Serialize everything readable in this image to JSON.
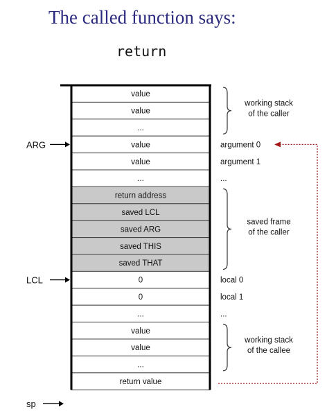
{
  "title": "The called function says:",
  "command": "return",
  "cells": [
    {
      "label": "value",
      "shaded": false
    },
    {
      "label": "value",
      "shaded": false
    },
    {
      "label": "...",
      "shaded": false
    },
    {
      "label": "value",
      "shaded": false
    },
    {
      "label": "value",
      "shaded": false
    },
    {
      "label": "...",
      "shaded": false
    },
    {
      "label": "return address",
      "shaded": true
    },
    {
      "label": "saved LCL",
      "shaded": true
    },
    {
      "label": "saved ARG",
      "shaded": true
    },
    {
      "label": "saved THIS",
      "shaded": true
    },
    {
      "label": "saved THAT",
      "shaded": true
    },
    {
      "label": "0",
      "shaded": false
    },
    {
      "label": "0",
      "shaded": false
    },
    {
      "label": "...",
      "shaded": false
    },
    {
      "label": "value",
      "shaded": false
    },
    {
      "label": "value",
      "shaded": false
    },
    {
      "label": "...",
      "shaded": false
    },
    {
      "label": "return value",
      "shaded": false
    }
  ],
  "right_labels": [
    {
      "row": 3,
      "text": "argument 0"
    },
    {
      "row": 4,
      "text": "argument 1"
    },
    {
      "row": 5,
      "text": "..."
    },
    {
      "row": 11,
      "text": "local 0"
    },
    {
      "row": 12,
      "text": "local 1"
    },
    {
      "row": 13,
      "text": "..."
    }
  ],
  "groups": [
    {
      "from": 0,
      "to": 2,
      "lines": [
        "working stack",
        "of the caller"
      ]
    },
    {
      "from": 6,
      "to": 10,
      "lines": [
        "saved frame",
        "of the caller"
      ]
    },
    {
      "from": 14,
      "to": 16,
      "lines": [
        "working stack",
        "of the callee"
      ]
    }
  ],
  "pointers": [
    {
      "name": "ARG",
      "row": 3
    },
    {
      "name": "LCL",
      "row": 11
    },
    {
      "name": "sp",
      "row": 18
    }
  ],
  "colors": {
    "heading": "#2b2a7e",
    "shaded_cell": "#c9c9c9",
    "return_arrow": "#a01818"
  }
}
